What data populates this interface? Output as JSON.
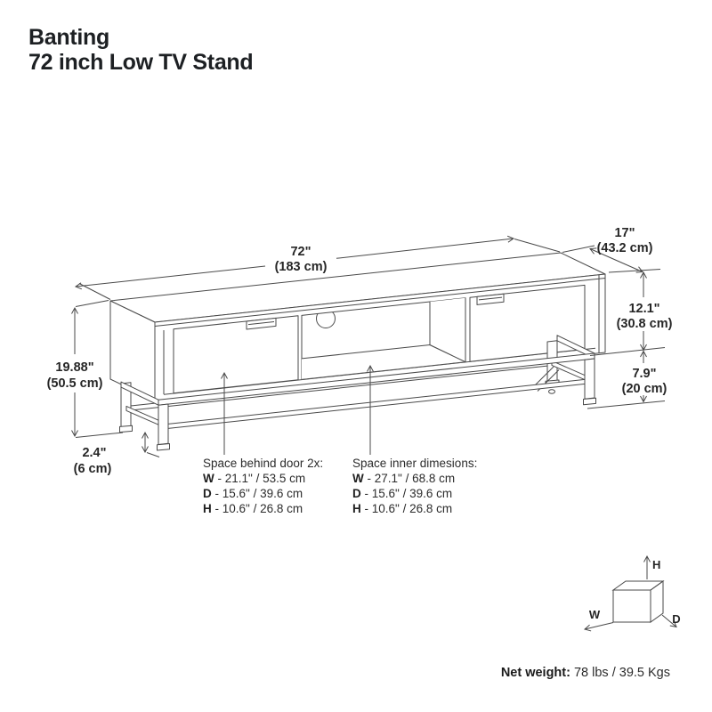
{
  "title": {
    "line1": "Banting",
    "line2": "72 inch Low TV Stand"
  },
  "dims": {
    "width_in": "72\"",
    "width_cm": "(183 cm)",
    "depth_in": "17\"",
    "depth_cm": "(43.2 cm)",
    "cabinet_height_in": "12.1\"",
    "cabinet_height_cm": "(30.8 cm)",
    "leg_height_in": "7.9\"",
    "leg_height_cm": "(20 cm)",
    "overall_height_in": "19.88\"",
    "overall_height_cm": "(50.5 cm)",
    "leg_width_in": "2.4\"",
    "leg_width_cm": "(6 cm)"
  },
  "door_space": {
    "heading": "Space behind door 2x:",
    "rows": [
      {
        "label": "W",
        "value": "- 21.1\" / 53.5 cm"
      },
      {
        "label": "D",
        "value": "- 15.6\" / 39.6 cm"
      },
      {
        "label": "H",
        "value": "- 10.6\" / 26.8 cm"
      }
    ]
  },
  "inner_space": {
    "heading": "Space inner dimesions:",
    "rows": [
      {
        "label": "W",
        "value": "- 27.1\" / 68.8 cm"
      },
      {
        "label": "D",
        "value": "- 15.6\" / 39.6 cm"
      },
      {
        "label": "H",
        "value": "- 10.6\" / 26.8 cm"
      }
    ]
  },
  "axis_cube": {
    "h": "H",
    "w": "W",
    "d": "D"
  },
  "net_weight": {
    "label": "Net weight:",
    "value": "78 lbs / 39.5 Kgs"
  },
  "colors": {
    "line": "#4a4a4a",
    "text": "#262626",
    "background": "#ffffff"
  }
}
